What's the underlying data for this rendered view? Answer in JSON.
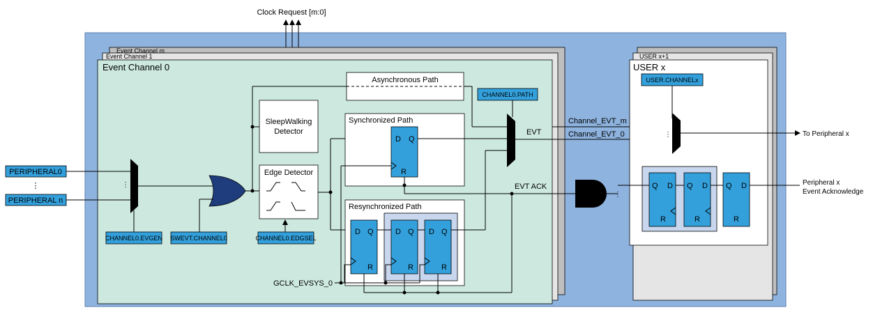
{
  "top": {
    "clock_request": "Clock Request [m:0]"
  },
  "event_channels": {
    "back_label_m": "Event Channel m",
    "back_label_1": "Event Channel 1",
    "title": "Event Channel 0"
  },
  "inputs": {
    "peripheral0": "PERIPHERAL0",
    "peripheraln": "PERIPHERAL n"
  },
  "registers": {
    "evgen": "CHANNEL0.EVGEN",
    "swevt": "SWEVT.CHANNEL0",
    "edgsel": "CHANNEL0.EDGSEL",
    "path": "CHANNEL0.PATH",
    "user_channel": "USER.CHANNELx"
  },
  "blocks": {
    "sleepwalking_line1": "SleepWalking",
    "sleepwalking_line2": "Detector",
    "edge_detector": "Edge Detector",
    "async_path": "Asynchronous Path",
    "sync_path": "Synchronized Path",
    "resync_path": "Resynchronized Path"
  },
  "flipflop": {
    "d": "D",
    "q": "Q",
    "r": "R"
  },
  "signals": {
    "evt": "EVT",
    "evt_ack": "EVT ACK",
    "gclk": "GCLK_EVSYS_0",
    "channel_evt_m": "Channel_EVT_m",
    "channel_evt_0": "Channel_EVT_0"
  },
  "users": {
    "back_label": "USER x+1",
    "title": "USER x"
  },
  "outputs": {
    "to_peripheral": "To Peripheral x",
    "ack_line1": "Peripheral x",
    "ack_line2": "Event Acknowledge"
  },
  "colors": {
    "outer_blue": "#8eb3de",
    "channel_green": "#cde9df",
    "register_blue": "#33a0dc",
    "ff_blue": "#33a0dc",
    "shadow_grey": "#bfbfbf",
    "resync_tint": "#c8d6ee"
  }
}
